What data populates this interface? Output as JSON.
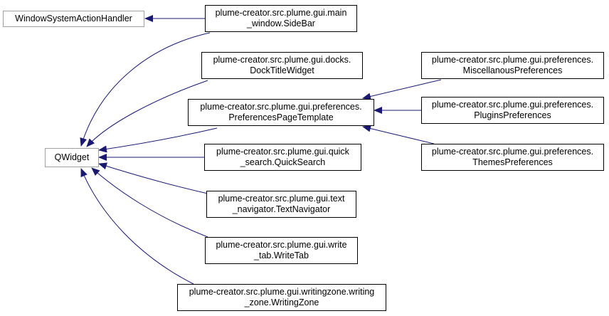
{
  "diagram": {
    "edge_color": "#191970",
    "nodes": [
      {
        "id": "wsah",
        "lines": [
          "WindowSystemActionHandler"
        ],
        "style": "gray"
      },
      {
        "id": "qwidget",
        "lines": [
          "QWidget"
        ],
        "style": "gray"
      },
      {
        "id": "sidebar",
        "lines": [
          "plume-creator.src.plume.gui.main",
          "_window.SideBar"
        ],
        "style": "black"
      },
      {
        "id": "docktitle",
        "lines": [
          "plume-creator.src.plume.gui.docks.",
          "DockTitleWidget"
        ],
        "style": "black"
      },
      {
        "id": "prefpage",
        "lines": [
          "plume-creator.src.plume.gui.preferences.",
          "PreferencesPageTemplate"
        ],
        "style": "black"
      },
      {
        "id": "quicksearch",
        "lines": [
          "plume-creator.src.plume.gui.quick",
          "_search.QuickSearch"
        ],
        "style": "black"
      },
      {
        "id": "textnav",
        "lines": [
          "plume-creator.src.plume.gui.text",
          "_navigator.TextNavigator"
        ],
        "style": "black"
      },
      {
        "id": "writetab",
        "lines": [
          "plume-creator.src.plume.gui.write",
          "_tab.WriteTab"
        ],
        "style": "black"
      },
      {
        "id": "writingzone",
        "lines": [
          "plume-creator.src.plume.gui.writingzone.writing",
          "_zone.WritingZone"
        ],
        "style": "black"
      },
      {
        "id": "miscprefs",
        "lines": [
          "plume-creator.src.plume.gui.preferences.",
          "MiscellanousPreferences"
        ],
        "style": "black"
      },
      {
        "id": "pluginprefs",
        "lines": [
          "plume-creator.src.plume.gui.preferences.",
          "PluginsPreferences"
        ],
        "style": "black"
      },
      {
        "id": "themeprefs",
        "lines": [
          "plume-creator.src.plume.gui.preferences.",
          "ThemesPreferences"
        ],
        "style": "black"
      }
    ],
    "edges": [
      {
        "from": "sidebar",
        "to": "wsah"
      },
      {
        "from": "sidebar",
        "to": "qwidget"
      },
      {
        "from": "docktitle",
        "to": "qwidget"
      },
      {
        "from": "prefpage",
        "to": "qwidget"
      },
      {
        "from": "quicksearch",
        "to": "qwidget"
      },
      {
        "from": "textnav",
        "to": "qwidget"
      },
      {
        "from": "writetab",
        "to": "qwidget"
      },
      {
        "from": "writingzone",
        "to": "qwidget"
      },
      {
        "from": "miscprefs",
        "to": "prefpage"
      },
      {
        "from": "pluginprefs",
        "to": "prefpage"
      },
      {
        "from": "themeprefs",
        "to": "prefpage"
      }
    ]
  }
}
